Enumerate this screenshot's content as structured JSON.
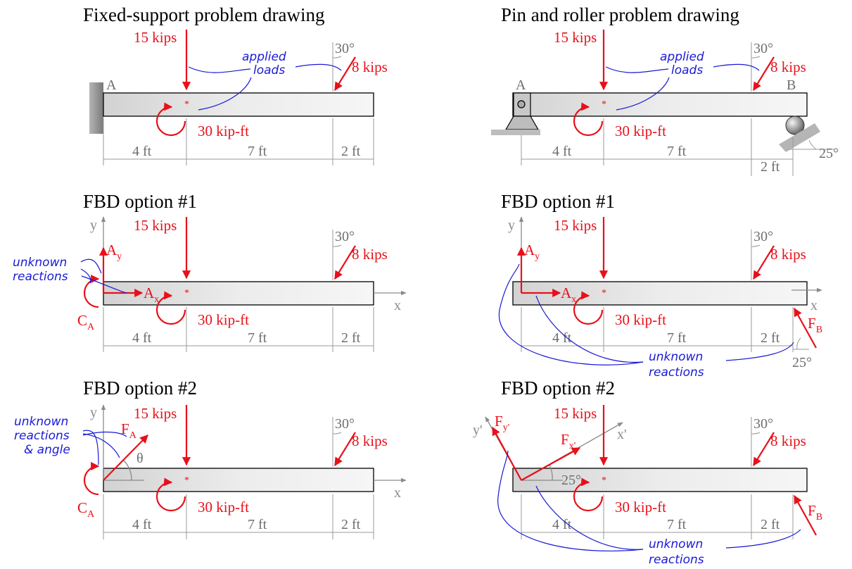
{
  "titles": {
    "fixed_support": "Fixed-support problem drawing",
    "pin_roller": "Pin and roller problem drawing",
    "fbd1": "FBD option #1",
    "fbd2": "FBD option #2"
  },
  "loads": {
    "point_load": "15 kips",
    "inclined_load": "8 kips",
    "moment": "30 kip-ft",
    "incline_angle": "30°"
  },
  "dimensions": {
    "d1": "4 ft",
    "d2": "7 ft",
    "d3": "2 ft"
  },
  "points": {
    "a": "A",
    "b": "B"
  },
  "roller_angle": "25°",
  "annotations": {
    "applied": "applied",
    "loads": "loads",
    "unknown": "unknown",
    "reactions": "reactions",
    "and_angle": "& angle"
  },
  "axes": {
    "x": "x",
    "y": "y",
    "x_prime": "x'",
    "y_prime": "y'"
  },
  "reactions": {
    "a_main": "A",
    "a_y_sub": "y",
    "a_x_sub": "x",
    "c_main": "C",
    "c_sub": "A",
    "f_main": "F",
    "f_a_sub": "A",
    "f_b_sub": "B",
    "f_xp_sub": "x'",
    "f_yp_sub": "y'",
    "theta": "θ"
  },
  "colors": {
    "load": "#e8101a",
    "annotation": "#1a1ad6",
    "dimension": "#9a9a9a",
    "beam": "#e2e2e2"
  }
}
